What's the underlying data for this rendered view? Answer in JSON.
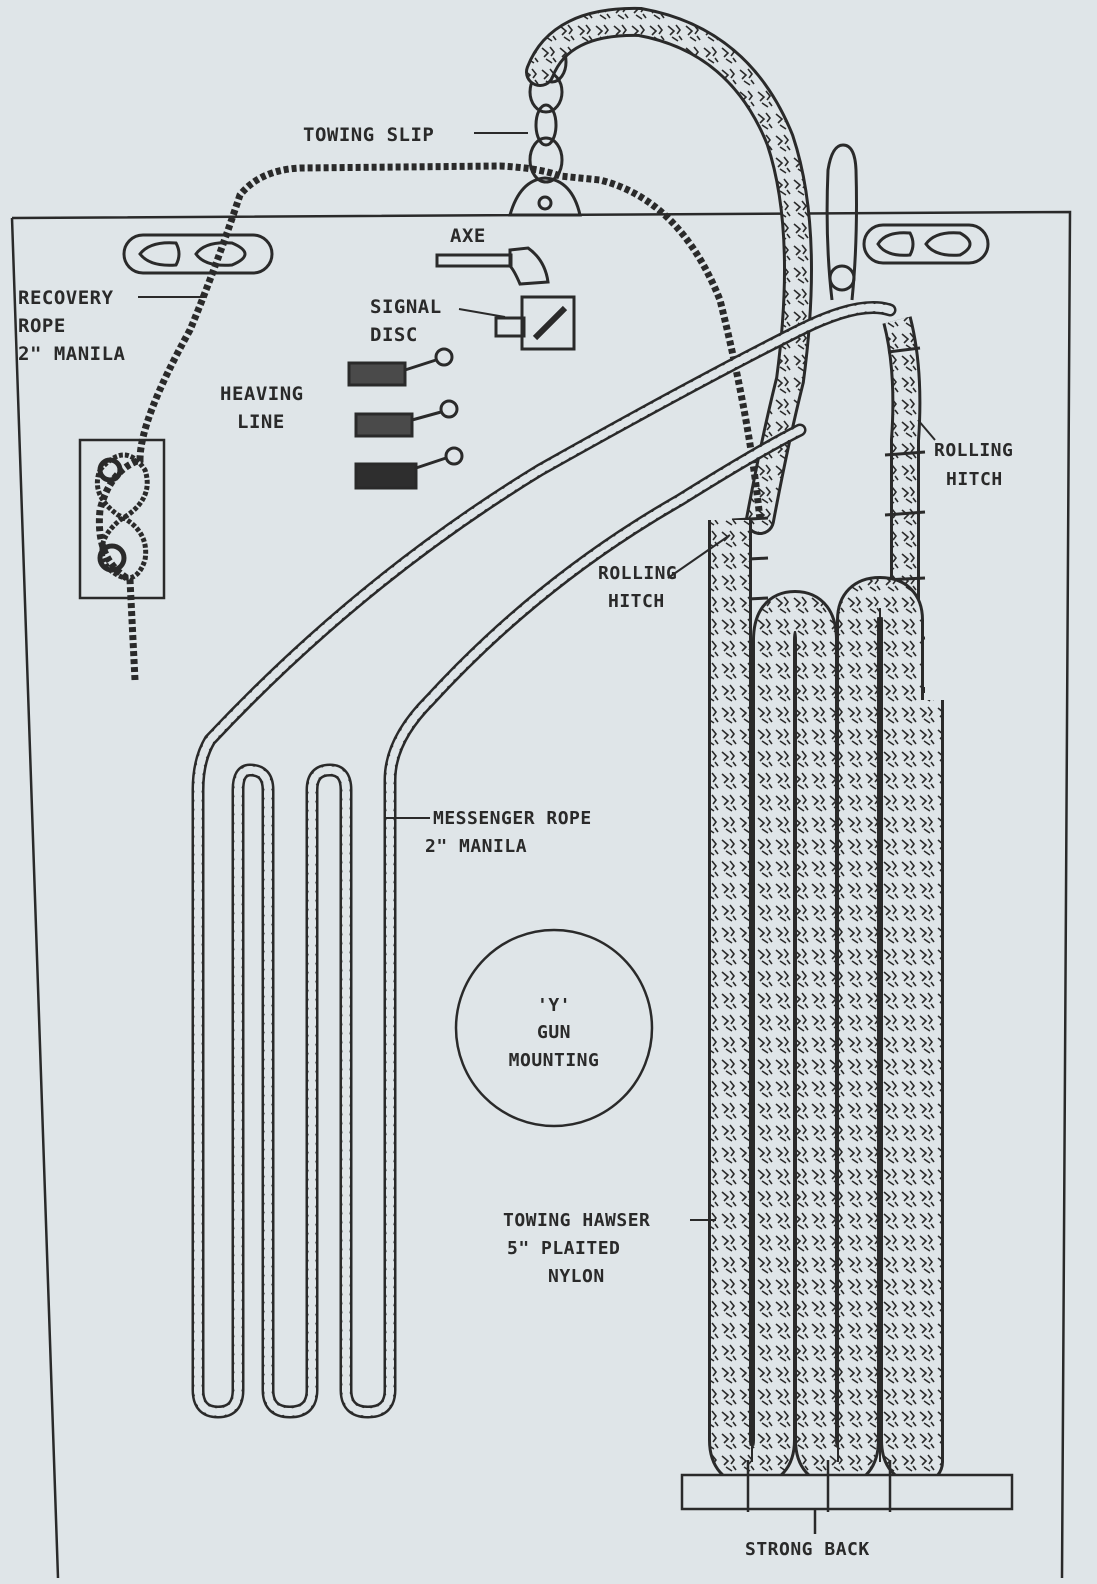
{
  "labels": {
    "towing_slip": "TOWING SLIP",
    "axe": "AXE",
    "recovery_rope_1": "RECOVERY",
    "recovery_rope_2": "ROPE",
    "recovery_rope_3": "2\" MANILA",
    "signal_disc_1": "SIGNAL",
    "signal_disc_2": "DISC",
    "heaving_line_1": "HEAVING",
    "heaving_line_2": "LINE",
    "rolling_hitch_right_1": "ROLLING",
    "rolling_hitch_right_2": "HITCH",
    "rolling_hitch_center_1": "ROLLING",
    "rolling_hitch_center_2": "HITCH",
    "messenger_rope_1": "MESSENGER ROPE",
    "messenger_rope_2": "2\" MANILA",
    "gun_mounting_1": "'Y'",
    "gun_mounting_2": "GUN",
    "gun_mounting_3": "MOUNTING",
    "towing_hawser_1": "TOWING HAWSER",
    "towing_hawser_2": "5\" PLAITED",
    "towing_hawser_3": "NYLON",
    "strong_back": "STRONG BACK"
  },
  "colors": {
    "ink": "#2a2a2a",
    "paper": "#dfe5e8"
  }
}
